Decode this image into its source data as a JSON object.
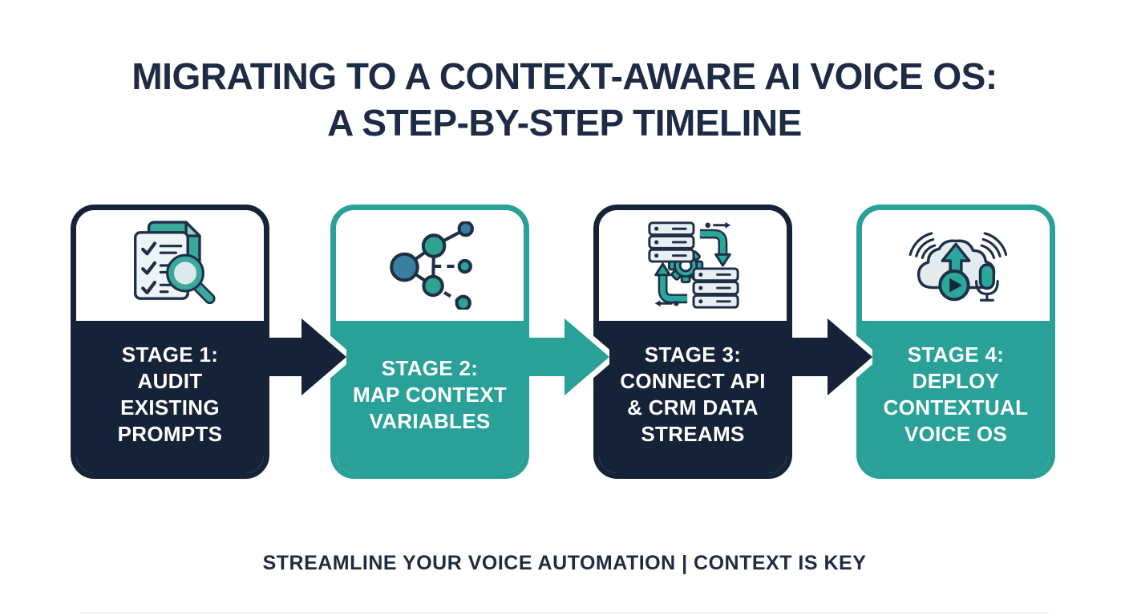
{
  "header": {
    "title": "MIGRATING TO A CONTEXT-AWARE AI VOICE OS:\nA STEP-BY-STEP TIMELINE"
  },
  "footer": {
    "tagline": "STREAMLINE YOUR VOICE AUTOMATION | CONTEXT IS KEY"
  },
  "colors": {
    "navy": "#152238",
    "teal": "#2aa198",
    "title_text": "#1d2b45",
    "label_text": "#ffffff",
    "icon_outline": "#1e2f47",
    "icon_teal": "#2fa799",
    "icon_blue": "#3b7fa0",
    "icon_light": "#e9eef2"
  },
  "stages": [
    {
      "id": "1",
      "theme": "navy",
      "icon": "audit-checklist-magnifier-icon",
      "label": "STAGE 1:\nAUDIT\nEXISTING\nPROMPTS"
    },
    {
      "id": "2",
      "theme": "teal",
      "icon": "context-network-nodes-icon",
      "label": "STAGE 2:\nMAP CONTEXT\nVARIABLES"
    },
    {
      "id": "3",
      "theme": "navy",
      "icon": "servers-gear-sync-icon",
      "label": "STAGE 3:\nCONNECT API\n& CRM DATA\nSTREAMS"
    },
    {
      "id": "4",
      "theme": "teal",
      "icon": "cloud-voice-deploy-icon",
      "label": "STAGE 4:\nDEPLOY\nCONTEXTUAL\nVOICE OS"
    }
  ],
  "arrows": [
    {
      "from": "1",
      "to": "2",
      "color": "#152238"
    },
    {
      "from": "2",
      "to": "3",
      "color": "#2aa198"
    },
    {
      "from": "3",
      "to": "4",
      "color": "#152238"
    }
  ]
}
